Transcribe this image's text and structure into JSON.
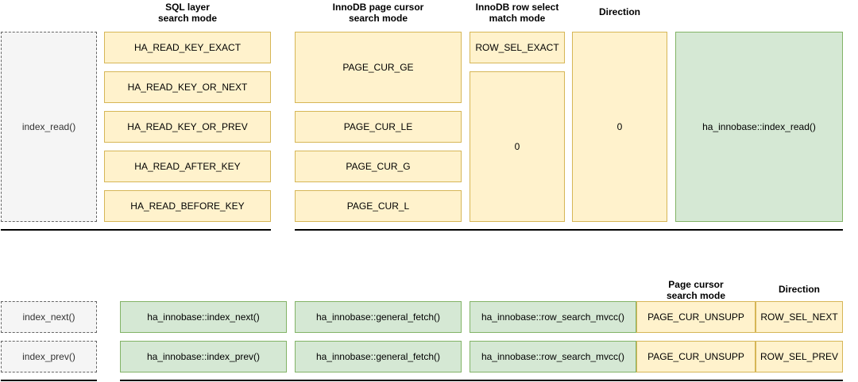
{
  "headers": {
    "sql_layer": "SQL layer\nsearch mode",
    "page_cursor": "InnoDB page cursor\nsearch mode",
    "row_select": "InnoDB row select\nmatch mode",
    "direction_top": "Direction",
    "page_cursor_bottom": "Page cursor\nsearch mode",
    "direction_bottom": "Direction"
  },
  "top": {
    "caller": "index_read()",
    "sql_modes": [
      "HA_READ_KEY_EXACT",
      "HA_READ_KEY_OR_NEXT",
      "HA_READ_KEY_OR_PREV",
      "HA_READ_AFTER_KEY",
      "HA_READ_BEFORE_KEY"
    ],
    "page_modes": [
      "PAGE_CUR_GE",
      "PAGE_CUR_LE",
      "PAGE_CUR_G",
      "PAGE_CUR_L"
    ],
    "row_exact": "ROW_SEL_EXACT",
    "row_zero": "0",
    "direction": "0",
    "handler": "ha_innobase::index_read()"
  },
  "bottom": {
    "rows": [
      {
        "caller": "index_next()",
        "handler": "ha_innobase::index_next()",
        "fetch": "ha_innobase::general_fetch()",
        "search": "ha_innobase::row_search_mvcc()",
        "cursor": "PAGE_CUR_UNSUPP",
        "direction": "ROW_SEL_NEXT"
      },
      {
        "caller": "index_prev()",
        "handler": "ha_innobase::index_prev()",
        "fetch": "ha_innobase::general_fetch()",
        "search": "ha_innobase::row_search_mvcc()",
        "cursor": "PAGE_CUR_UNSUPP",
        "direction": "ROW_SEL_PREV"
      }
    ]
  }
}
